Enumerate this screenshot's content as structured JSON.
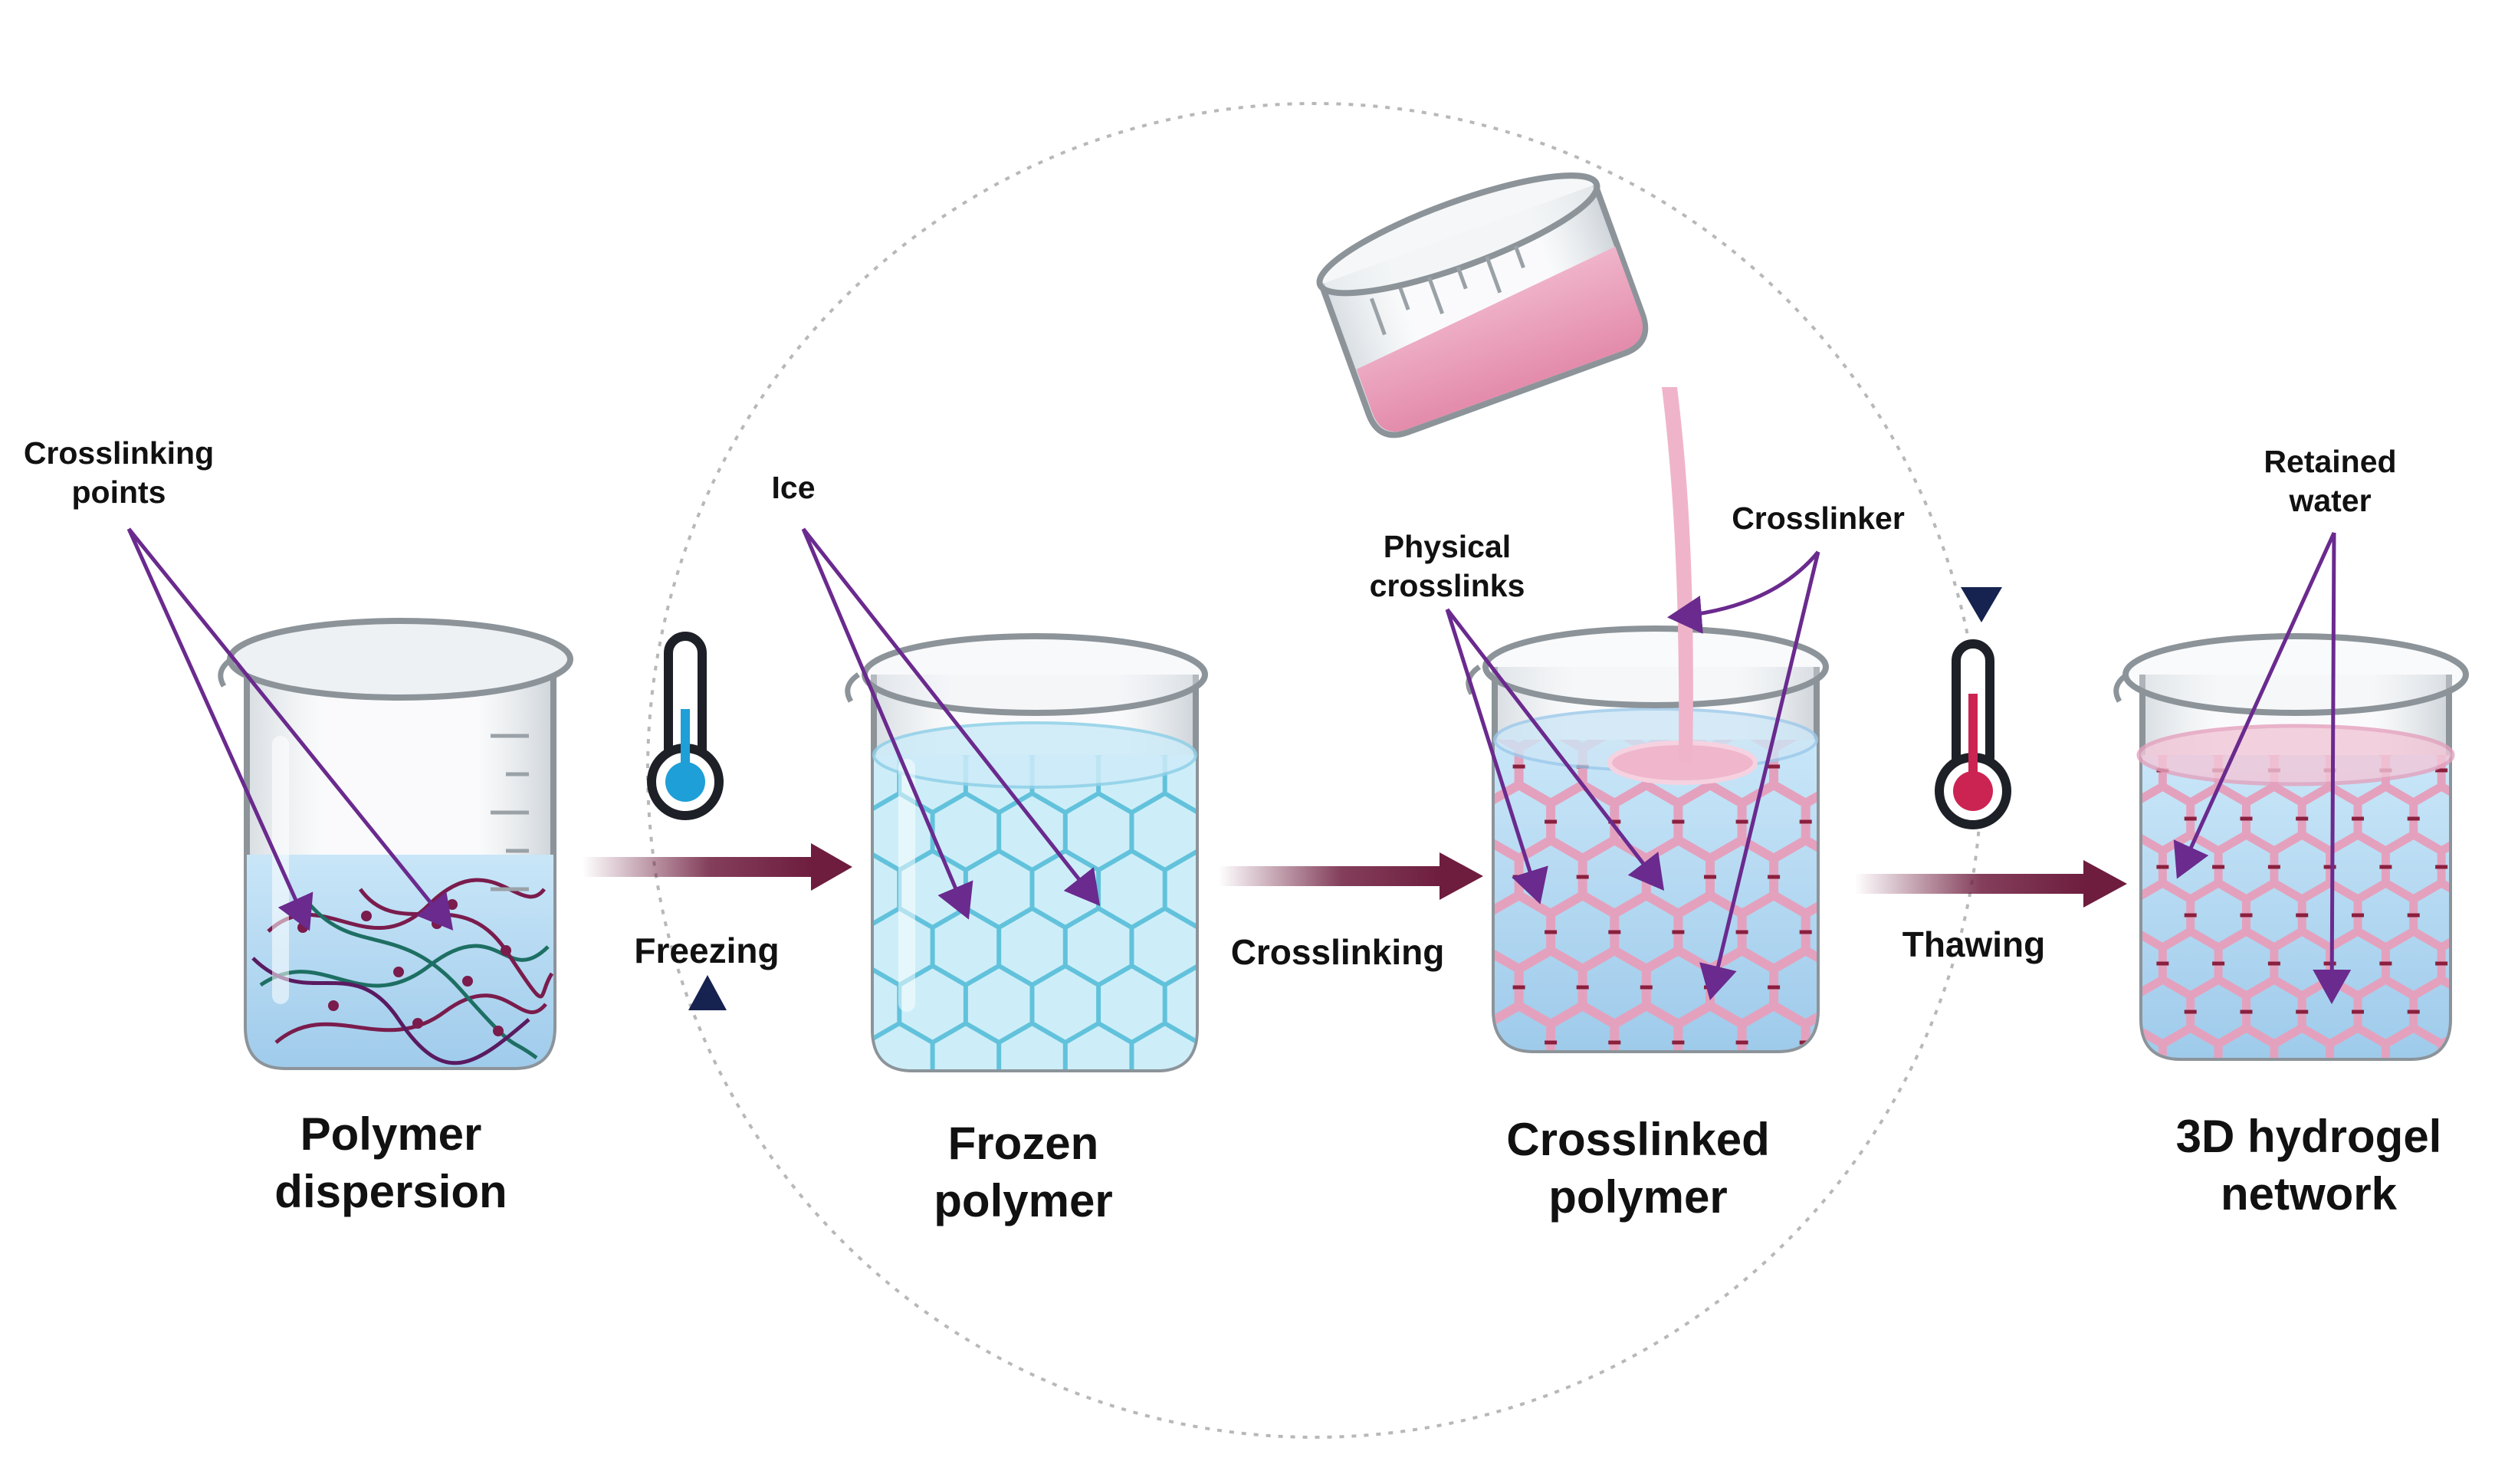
{
  "stages": [
    {
      "label_line1": "Polymer",
      "label_line2": "dispersion",
      "callout_line1": "Crosslinking",
      "callout_line2": "points"
    },
    {
      "label_line1": "Frozen",
      "label_line2": "polymer",
      "callout": "Ice"
    },
    {
      "label_line1": "Crosslinked",
      "label_line2": "polymer",
      "callout_a_line1": "Physical",
      "callout_a_line2": "crosslinks",
      "callout_b": "Crosslinker"
    },
    {
      "label_line1": "3D hydrogel",
      "label_line2": "network",
      "callout_line1": "Retained",
      "callout_line2": "water"
    }
  ],
  "steps": [
    "Freezing",
    "Crosslinking",
    "Thawing"
  ],
  "icons": [
    "cold-thermometer-icon",
    "hot-thermometer-icon"
  ],
  "colors": {
    "process_arrow": "#6e1d3e",
    "callout_line": "#6a2a8e",
    "water": "#a9d3f0",
    "ice": "#62c2dc",
    "hydrogel": "#e4a1bd",
    "cold": "#1e9fd8",
    "hot": "#cc2452",
    "cycle": "#b0b0b0"
  }
}
